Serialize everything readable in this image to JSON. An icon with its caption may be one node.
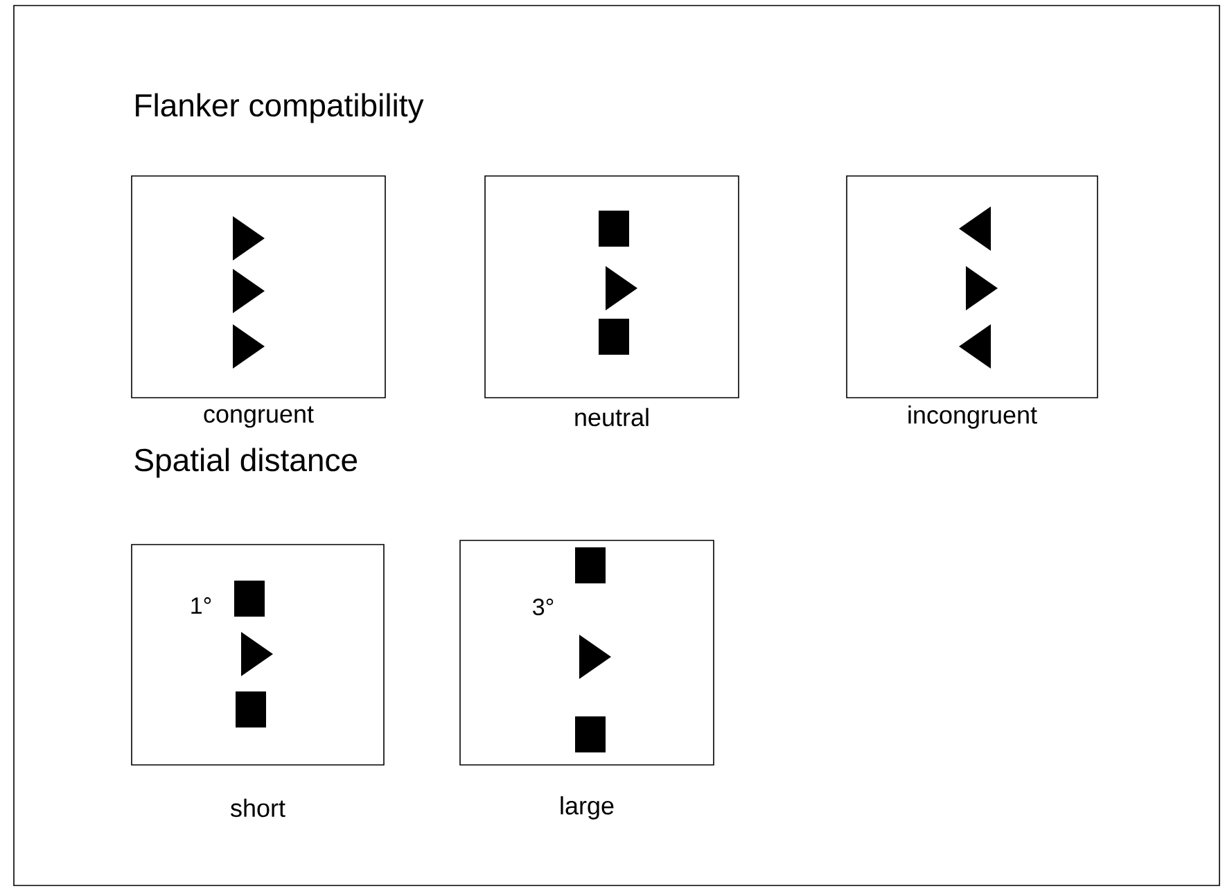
{
  "diagram": {
    "nodes": [
      {
        "text": [],
        "shape": "box",
        "beside": [
          "congruent"
        ]
      },
      {
        "text": [],
        "shape": "box",
        "beside": [
          "neutral"
        ]
      },
      {
        "text": [],
        "shape": "box",
        "beside": [
          "incongruent"
        ]
      },
      {
        "text": [
          "1°"
        ],
        "beside": [
          "short"
        ]
      },
      {
        "text": [
          "3°"
        ],
        "beside": [
          "large"
        ]
      }
    ],
    "labels": [
      "Flanker compatibility",
      "Spatial distance"
    ]
  }
}
